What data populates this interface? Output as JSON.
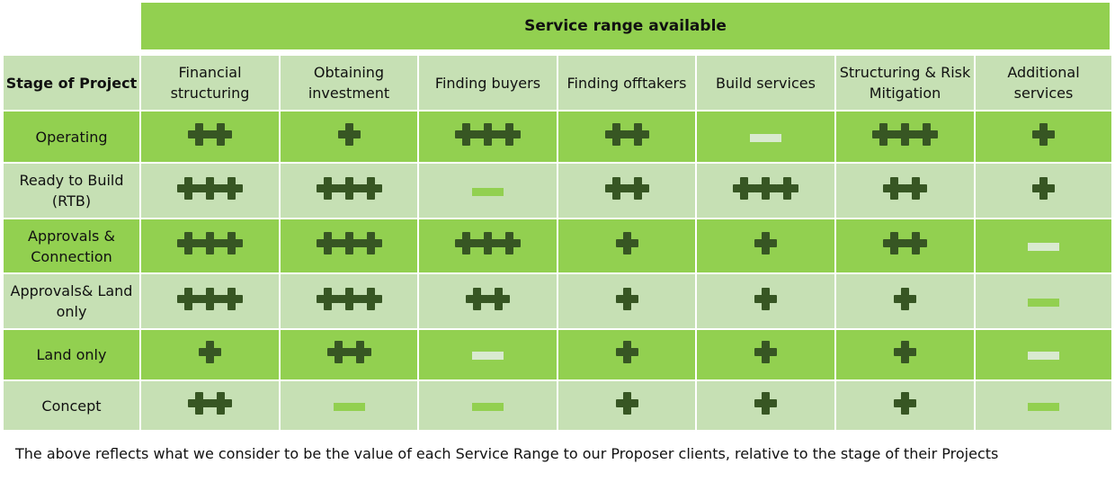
{
  "title": "Service range available",
  "corner_header": "Stage of Project",
  "columns": [
    "Financial structuring",
    "Obtaining investment",
    "Finding buyers",
    "Finding offtakers",
    "Build services",
    "Structuring & Risk Mitigation",
    "Additional services"
  ],
  "rows": [
    {
      "stage": "Operating",
      "band": "dark",
      "values": [
        2,
        1,
        3,
        2,
        0,
        3,
        1
      ]
    },
    {
      "stage": "Ready to Build (RTB)",
      "band": "light",
      "values": [
        3,
        3,
        0,
        2,
        3,
        2,
        1
      ]
    },
    {
      "stage": "Approvals & Connection",
      "band": "dark",
      "values": [
        3,
        3,
        3,
        1,
        1,
        2,
        0
      ]
    },
    {
      "stage": "Approvals& Land only",
      "band": "light",
      "values": [
        3,
        3,
        2,
        1,
        1,
        1,
        0
      ]
    },
    {
      "stage": "Land only",
      "band": "dark",
      "values": [
        1,
        2,
        0,
        1,
        1,
        1,
        0
      ]
    },
    {
      "stage": "Concept",
      "band": "light",
      "values": [
        2,
        0,
        0,
        1,
        1,
        1,
        0
      ]
    }
  ],
  "legend": {
    "plus_icon": "plus-icon",
    "none_icon": "dash-icon"
  },
  "colors": {
    "dark_band": "#92d050",
    "light_band": "#c6e0b4",
    "mark": "#375623"
  },
  "footnote": "The above reflects what we consider to be the value of each Service Range to our Proposer clients, relative to the stage of their Projects"
}
